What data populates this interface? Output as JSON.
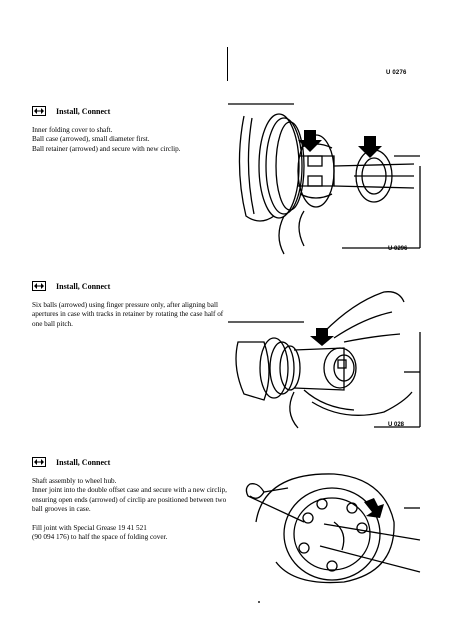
{
  "header": {
    "figure_code": "U 0276"
  },
  "steps": [
    {
      "title": "Install, Connect",
      "paragraphs": [
        "Inner folding cover to shaft.\nBall case (arrowed), small diameter first.\nBall retainer (arrowed) and secure with new circlip."
      ],
      "figure_code": "U 0296"
    },
    {
      "title": "Install, Connect",
      "paragraphs": [
        "Six balls (arrowed) using finger pressure only, after aligning ball apertures in case with tracks in retainer by rotating the case half of one ball pitch."
      ],
      "figure_code": "U 028"
    },
    {
      "title": "Install, Connect",
      "paragraphs": [
        "Shaft assembly to wheel hub.\nInner joint into the double offset case and secure with a new circlip, ensuring open ends (arrowed) of circlip are positioned between two ball grooves in case.",
        "Fill joint with Special Grease 19 41 521\n(90 094 176) to half the space of folding cover."
      ]
    }
  ]
}
